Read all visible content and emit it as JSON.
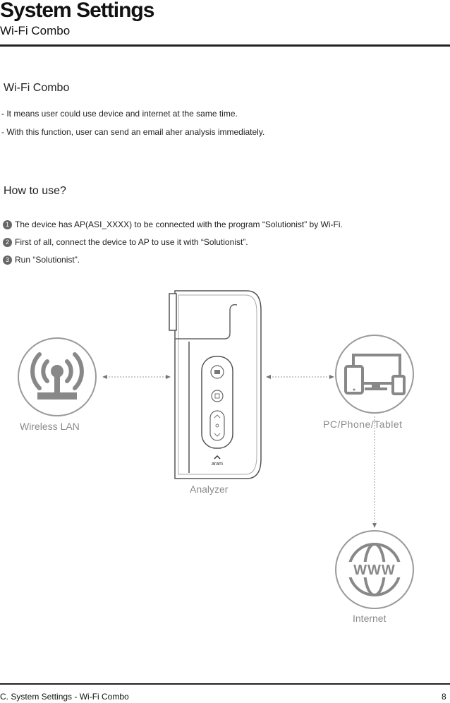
{
  "header": {
    "title": "System Settings",
    "subtitle": "Wi-Fi Combo"
  },
  "section_wifi": {
    "heading": "Wi-Fi Combo",
    "lines": [
      "- It means user could use device and internet at the same time.",
      "- With this function, user can send an email aher analysis immediately."
    ]
  },
  "section_howto": {
    "heading": "How to use?",
    "steps": [
      {
        "num": "1",
        "text": "The device has AP(ASI_XXXX) to be connected with the program “Solutionist” by Wi-Fi."
      },
      {
        "num": "2",
        "text": "First of all, connect the device to AP to use it with “Solutionist”."
      },
      {
        "num": "3",
        "text": "Run “Solutionist”."
      }
    ]
  },
  "diagram": {
    "wireless_label": "Wireless LAN",
    "analyzer_label": "Analyzer",
    "pc_label": "PC/Phone/Tablet",
    "internet_label": "Internet",
    "www_text": "WWW",
    "device_logo": "aram"
  },
  "footer": {
    "left": "C. System Settings - Wi-Fi Combo",
    "page": "8"
  },
  "colors": {
    "icon_fill": "#888888",
    "icon_ring": "#9a9a9a",
    "rule": "#222222"
  },
  "icons": [
    "antenna-icon",
    "devices-icon",
    "globe-www-icon",
    "camera-icon",
    "arrow-left-icon",
    "arrow-right-icon",
    "arrow-down-icon"
  ]
}
